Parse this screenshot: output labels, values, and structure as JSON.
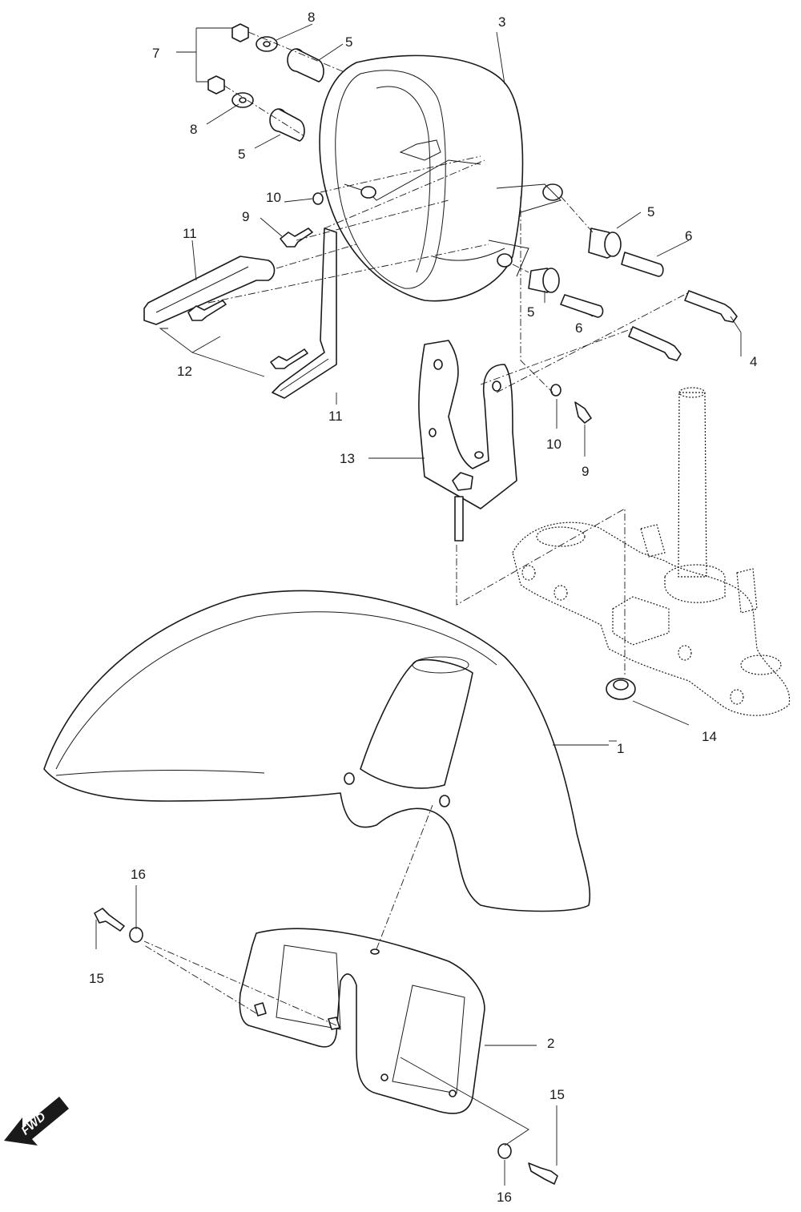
{
  "labels": {
    "l1": "1",
    "l2": "2",
    "l3": "3",
    "l4": "4",
    "l5a": "5",
    "l5b": "5",
    "l5c": "5",
    "l5d": "5",
    "l6a": "6",
    "l6b": "6",
    "l7": "7",
    "l8a": "8",
    "l8b": "8",
    "l9a": "9",
    "l9b": "9",
    "l10a": "10",
    "l10b": "10",
    "l11a": "11",
    "l11b": "11",
    "l12": "12",
    "l13": "13",
    "l14": "14",
    "l15a": "15",
    "l15b": "15",
    "l16a": "16",
    "l16b": "16"
  },
  "direction_arrow": "FWD",
  "colors": {
    "line": "#1a1a1a",
    "background": "#ffffff"
  }
}
